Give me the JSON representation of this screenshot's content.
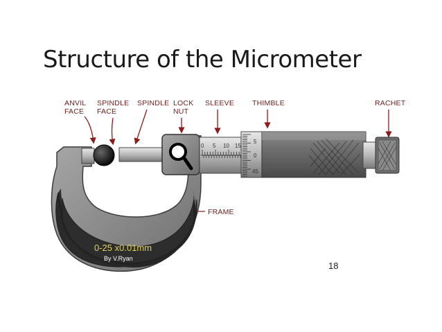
{
  "slide": {
    "title": "Structure of the Micrometer",
    "page_number": "18"
  },
  "labels": {
    "anvil_face": [
      "ANVIL",
      "FACE"
    ],
    "spindle_face": [
      "SPINDLE",
      "FACE"
    ],
    "spindle": "SPINDLE",
    "lock_nut": [
      "LOCK",
      "NUT"
    ],
    "sleeve": "SLEEVE",
    "thimble": "THIMBLE",
    "rachet": "RACHET",
    "frame": "FRAME"
  },
  "frame_text": {
    "range": "0-25 x0.01mm",
    "author": "By V.Ryan"
  },
  "sleeve_scale": [
    "0",
    "5",
    "10",
    "15"
  ],
  "thimble_scale": [
    "5",
    "0",
    "45"
  ],
  "colors": {
    "label": "#6b1f1f",
    "arrow": "#8b1a1a",
    "frame_gray": "#8e8e8e",
    "frame_dark": "#2e2e2e",
    "range_text": "#e0d35a",
    "title": "#1a1a1a"
  }
}
